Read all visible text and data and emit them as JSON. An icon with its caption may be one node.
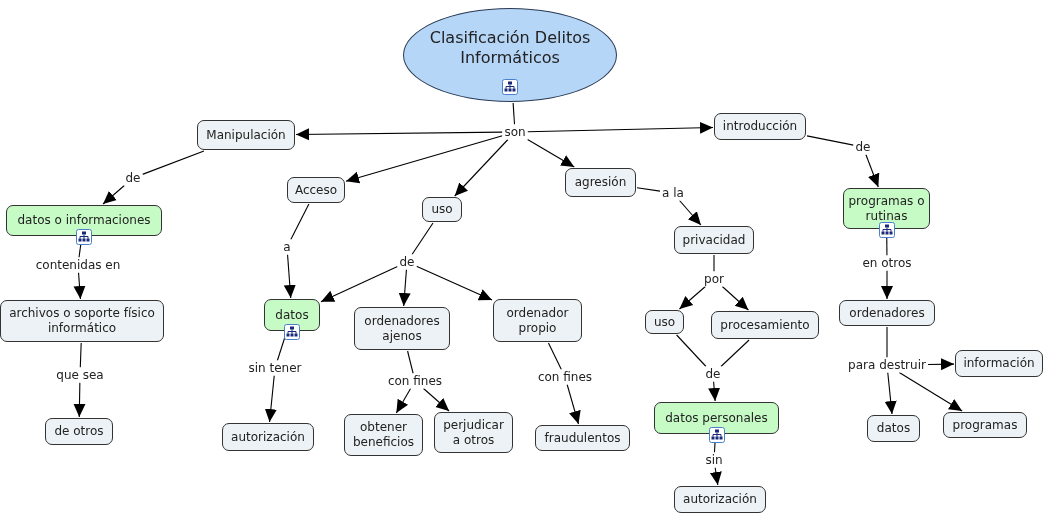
{
  "diagram": {
    "nodes": [
      {
        "text": [
          "Clasificación Delitos Informáticos"
        ]
      },
      {
        "text": [
          "son"
        ]
      },
      {
        "text": [
          "Manipulación"
        ]
      },
      {
        "text": [
          "de"
        ]
      },
      {
        "text": [
          "datos o informaciones"
        ]
      },
      {
        "text": [
          "contenidas en"
        ]
      },
      {
        "text": [
          "archivos o soporte físico informático"
        ]
      },
      {
        "text": [
          "que sea"
        ]
      },
      {
        "text": [
          "de otros"
        ]
      },
      {
        "text": [
          "Acceso"
        ]
      },
      {
        "text": [
          "a"
        ]
      },
      {
        "text": [
          "datos"
        ]
      },
      {
        "text": [
          "sin tener"
        ]
      },
      {
        "text": [
          "autorización"
        ]
      },
      {
        "text": [
          "uso"
        ]
      },
      {
        "text": [
          "de"
        ]
      },
      {
        "text": [
          "ordenadores ajenos"
        ]
      },
      {
        "text": [
          "con fines"
        ]
      },
      {
        "text": [
          "obtener beneficios"
        ]
      },
      {
        "text": [
          "perjudicar a otros"
        ]
      },
      {
        "text": [
          "ordenador propio"
        ]
      },
      {
        "text": [
          "con fines"
        ]
      },
      {
        "text": [
          "fraudulentos"
        ]
      },
      {
        "text": [
          "agresión"
        ]
      },
      {
        "text": [
          "a la"
        ]
      },
      {
        "text": [
          "privacidad"
        ]
      },
      {
        "text": [
          "por"
        ]
      },
      {
        "text": [
          "uso"
        ]
      },
      {
        "text": [
          "procesamiento"
        ]
      },
      {
        "text": [
          "de"
        ]
      },
      {
        "text": [
          "datos personales"
        ]
      },
      {
        "text": [
          "sin"
        ]
      },
      {
        "text": [
          "autorización"
        ]
      },
      {
        "text": [
          "introducción"
        ]
      },
      {
        "text": [
          "de"
        ]
      },
      {
        "text": [
          "programas o rutinas"
        ]
      },
      {
        "text": [
          "en otros"
        ]
      },
      {
        "text": [
          "ordenadores"
        ]
      },
      {
        "text": [
          "para destruir"
        ]
      },
      {
        "text": [
          "información"
        ]
      },
      {
        "text": [
          "datos"
        ]
      },
      {
        "text": [
          "programas"
        ]
      }
    ],
    "edges": [
      {
        "from": 0,
        "to": 1,
        "arrow": "none"
      },
      {
        "from": 1,
        "to": 2,
        "arrow": "to"
      },
      {
        "from": 1,
        "to": 9,
        "arrow": "to"
      },
      {
        "from": 1,
        "to": 14,
        "arrow": "to"
      },
      {
        "from": 1,
        "to": 23,
        "arrow": "to"
      },
      {
        "from": 1,
        "to": 33,
        "arrow": "to"
      },
      {
        "from": 2,
        "to": 3,
        "arrow": "none"
      },
      {
        "from": 3,
        "to": 4,
        "arrow": "to"
      },
      {
        "from": 4,
        "to": 5,
        "arrow": "none"
      },
      {
        "from": 5,
        "to": 6,
        "arrow": "to"
      },
      {
        "from": 6,
        "to": 7,
        "arrow": "none"
      },
      {
        "from": 7,
        "to": 8,
        "arrow": "to"
      },
      {
        "from": 9,
        "to": 10,
        "arrow": "none"
      },
      {
        "from": 10,
        "to": 11,
        "arrow": "to"
      },
      {
        "from": 11,
        "to": 12,
        "arrow": "none"
      },
      {
        "from": 12,
        "to": 13,
        "arrow": "to"
      },
      {
        "from": 14,
        "to": 15,
        "arrow": "none"
      },
      {
        "from": 15,
        "to": 11,
        "arrow": "to"
      },
      {
        "from": 15,
        "to": 16,
        "arrow": "to"
      },
      {
        "from": 15,
        "to": 20,
        "arrow": "to"
      },
      {
        "from": 16,
        "to": 17,
        "arrow": "none"
      },
      {
        "from": 17,
        "to": 18,
        "arrow": "to"
      },
      {
        "from": 17,
        "to": 19,
        "arrow": "to"
      },
      {
        "from": 20,
        "to": 21,
        "arrow": "none"
      },
      {
        "from": 21,
        "to": 22,
        "arrow": "to"
      },
      {
        "from": 23,
        "to": 24,
        "arrow": "none"
      },
      {
        "from": 24,
        "to": 25,
        "arrow": "to"
      },
      {
        "from": 25,
        "to": 26,
        "arrow": "none"
      },
      {
        "from": 26,
        "to": 27,
        "arrow": "to"
      },
      {
        "from": 26,
        "to": 28,
        "arrow": "to"
      },
      {
        "from": 27,
        "to": 29,
        "arrow": "none"
      },
      {
        "from": 28,
        "to": 29,
        "arrow": "none"
      },
      {
        "from": 29,
        "to": 30,
        "arrow": "to"
      },
      {
        "from": 30,
        "to": 31,
        "arrow": "none"
      },
      {
        "from": 31,
        "to": 32,
        "arrow": "to"
      },
      {
        "from": 33,
        "to": 34,
        "arrow": "none"
      },
      {
        "from": 34,
        "to": 35,
        "arrow": "to"
      },
      {
        "from": 35,
        "to": 36,
        "arrow": "none"
      },
      {
        "from": 36,
        "to": 37,
        "arrow": "to"
      },
      {
        "from": 37,
        "to": 38,
        "arrow": "none"
      },
      {
        "from": 38,
        "to": 39,
        "arrow": "to"
      },
      {
        "from": 38,
        "to": 40,
        "arrow": "to"
      },
      {
        "from": 38,
        "to": 41,
        "arrow": "to"
      }
    ]
  }
}
